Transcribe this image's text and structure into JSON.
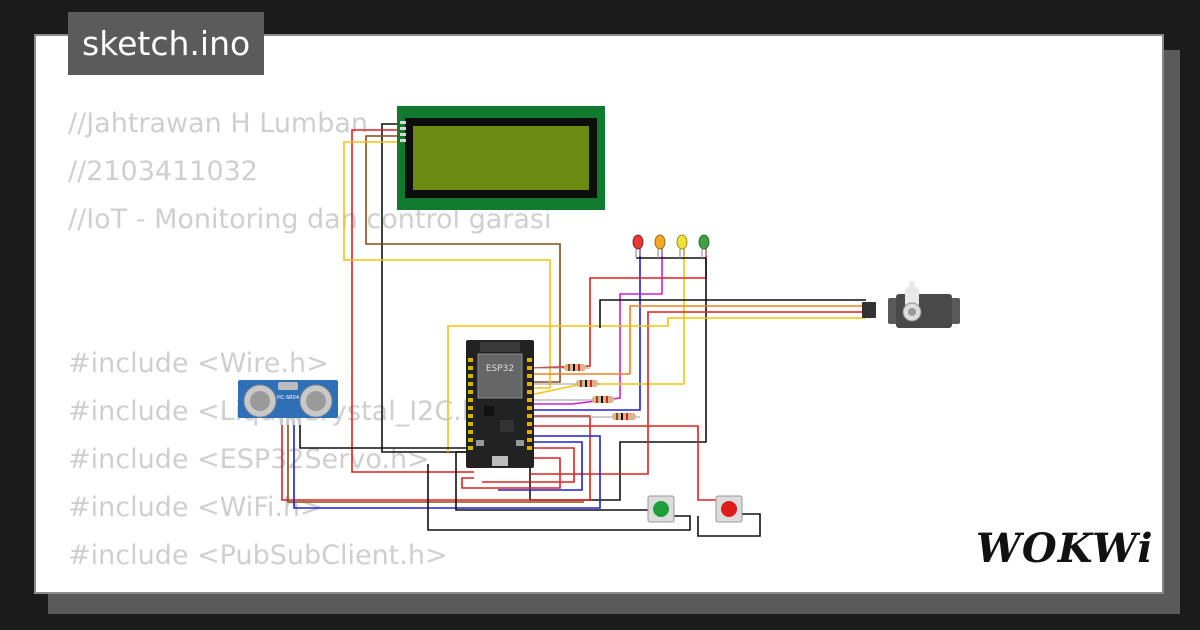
{
  "header": {
    "title": "sketch.ino"
  },
  "code_lines": [
    "//Jahtrawan H Lumban",
    "//2103411032",
    "//IoT - Monitoring dan control garasi",
    "",
    "",
    "#include <Wire.h>",
    "#include <LiquidCrystal_I2C.h>",
    "#include <ESP32Servo.h>",
    "#include <WiFi.h>",
    "#include <PubSubClient.h>"
  ],
  "components": {
    "mcu_label": "ESP32",
    "ultrasonic_label": "HC-SR04",
    "led_colors": [
      "#e53935",
      "#f5a623",
      "#f2e03a",
      "#43a047"
    ],
    "button_colors": [
      "#1e9e3a",
      "#e01b1b"
    ]
  },
  "brand": {
    "logo_text": "WOKWi"
  },
  "colors": {
    "background": "#1b1b1b",
    "card": "#ffffff",
    "tag": "#5b5b5b",
    "code_text": "#cfcfcf",
    "lcd_board": "#107a2e",
    "lcd_screen": "#6b8a12",
    "wire_red": "#e02020",
    "wire_yellow": "#f2c40e",
    "wire_blue": "#2020d0",
    "wire_magenta": "#d020d0",
    "wire_brown": "#8a4a1a",
    "wire_black": "#111111",
    "wire_orange": "#f08020"
  }
}
